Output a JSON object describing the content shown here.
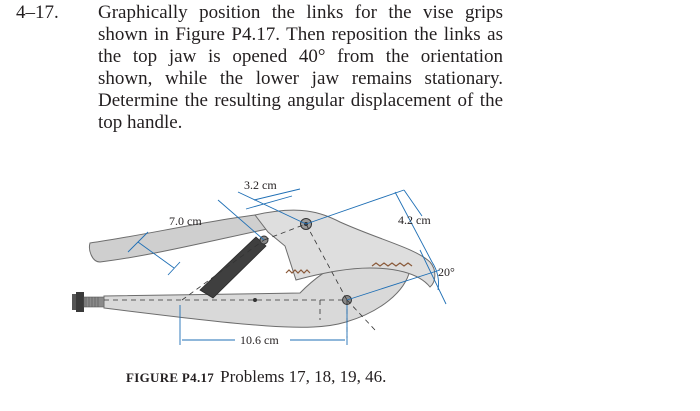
{
  "problem": {
    "number": "4–17.",
    "text": "Graphically position the links for the vise grips shown in Figure P4.17. Then reposition the links as the top jaw is opened 40° from the orientation shown, while the lower jaw remains stationary. Determine the resulting angular displacement of the top handle."
  },
  "figure": {
    "dimensions": {
      "link_top": "3.2 cm",
      "handle": "7.0 cm",
      "jaw": "4.2 cm",
      "angle": "20°",
      "base": "10.6 cm"
    },
    "caption": {
      "label": "FIGURE P4.17",
      "text": "Problems 17, 18, 19, 46."
    }
  }
}
